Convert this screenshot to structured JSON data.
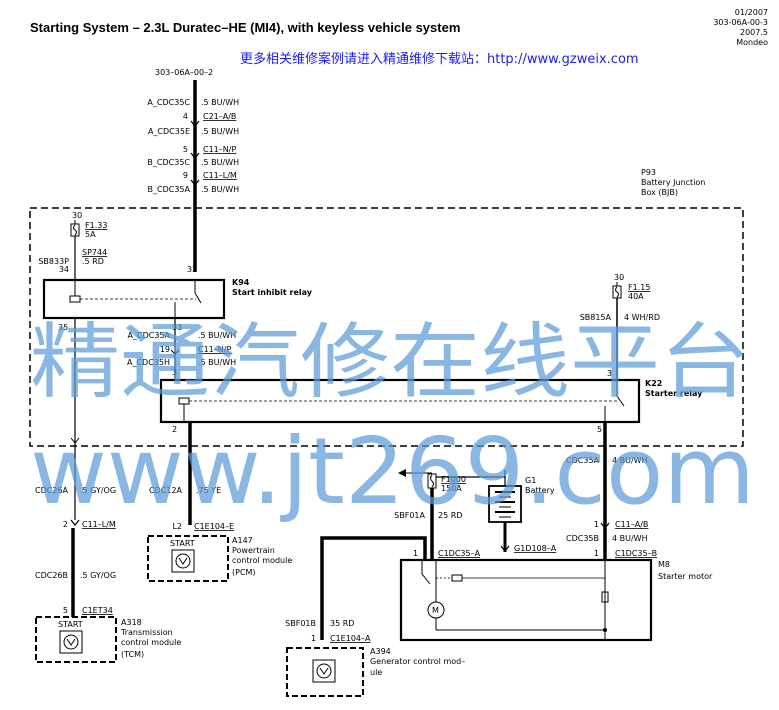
{
  "header": {
    "title": "Starting System – 2.3L Duratec–HE (MI4), with keyless vehicle system",
    "date": "01/2007",
    "code": "303-06A-00-3",
    "version": "2007.5",
    "model": "Mondeo",
    "promo": "更多相关维修案例请进入精通维修下载站：http://www.gzweix.com"
  },
  "watermark": {
    "line1": "精通汽修在线平台",
    "line2": "www.jt269.com"
  },
  "top_feed": {
    "ref": "303–06A–00–2",
    "labels": [
      {
        "circuit": "A_CDC35C",
        "wire": ".5 BU/WH"
      },
      {
        "pin": "4",
        "connector": "C21–A/B"
      },
      {
        "circuit": "A_CDC35E",
        "wire": ".5 BU/WH"
      },
      {
        "pin": "5",
        "connector": "C11–N/P"
      },
      {
        "circuit": "B_CDC35C",
        "wire": ".5 BU/WH"
      },
      {
        "pin": "9",
        "connector": "C11–L/M"
      },
      {
        "circuit": "B_CDC35A",
        "wire": ".5 BU/WH"
      }
    ]
  },
  "bjb": {
    "id": "P93",
    "name_line1": "Battery Junction",
    "name_line2": "Box (BJB)"
  },
  "fuse_f133": {
    "pin": "30",
    "name": "F1.33",
    "rating": "5A"
  },
  "sp744": {
    "name": "SP744",
    "wire": ".5 RD",
    "circuit": "SB833P",
    "pin": "34"
  },
  "k94": {
    "id": "K94",
    "name": "Start inhibit relay",
    "pin_top": "32",
    "pin_left": "35",
    "pin_bottom": "33"
  },
  "inner_labels": [
    {
      "circuit": "A_CDC35A",
      "wire": ".5 BU/WH"
    },
    {
      "pin": "19",
      "connector": "C11–N/P"
    },
    {
      "circuit": "A_CDC35H",
      "wire": ".5 BU/WH"
    },
    {
      "pin": "3"
    }
  ],
  "fuse_f115": {
    "pin": "30",
    "name": "F1.15",
    "rating": "40A"
  },
  "sb815a": {
    "circuit": "SB815A",
    "wire": "4 WH/RD"
  },
  "k22": {
    "id": "K22",
    "name": "Starter relay",
    "pin_top": "3",
    "pin_left": "2",
    "pin_right": "5"
  },
  "cdc35a": {
    "circuit": "CDC35A",
    "wire": "4 BU/WH"
  },
  "cdc26a": {
    "circuit": "CDC26A",
    "wire": ".5 GY/OG",
    "pin": "2",
    "connector": "C11–L/M"
  },
  "cdc12a": {
    "circuit": "CDC12A",
    "wire": ".75 YE",
    "pin": "L2",
    "connector": "C1E104–E"
  },
  "a147": {
    "id": "A147",
    "line1": "Powertrain",
    "line2": "control module",
    "line3": "(PCM)",
    "start": "START"
  },
  "cdc26b": {
    "circuit": "CDC26B",
    "wire": ".5 GY/OG",
    "pin": "5",
    "connector": "C1ET34"
  },
  "a318": {
    "id": "A318",
    "line1": "Transmission",
    "line2": "control module",
    "line3": "(TCM)",
    "start": "START"
  },
  "f1000": {
    "name": "F1000",
    "rating": "150A"
  },
  "g1": {
    "id": "G1",
    "name": "Battery"
  },
  "sbf01a": {
    "circuit": "SBF01A",
    "wire": "25 RD"
  },
  "c1dc35a": {
    "pin": "1",
    "connector": "C1DC35–A"
  },
  "g1d108": {
    "connector": "G1D108–A"
  },
  "c11ab": {
    "pin": "1",
    "connector": "C11–A/B"
  },
  "cdc35b": {
    "circuit": "CDC35B",
    "wire": "4 BU/WH",
    "pin": "1",
    "connector": "C1DC35–B"
  },
  "m8": {
    "id": "M8",
    "name": "Starter motor",
    "motor": "M"
  },
  "sbf01b": {
    "circuit": "SBF01B",
    "wire": "35 RD",
    "pin": "1",
    "connector": "C1E104–A"
  },
  "a394": {
    "id": "A394",
    "line1": "Generator control mod–",
    "line2": "ule"
  }
}
